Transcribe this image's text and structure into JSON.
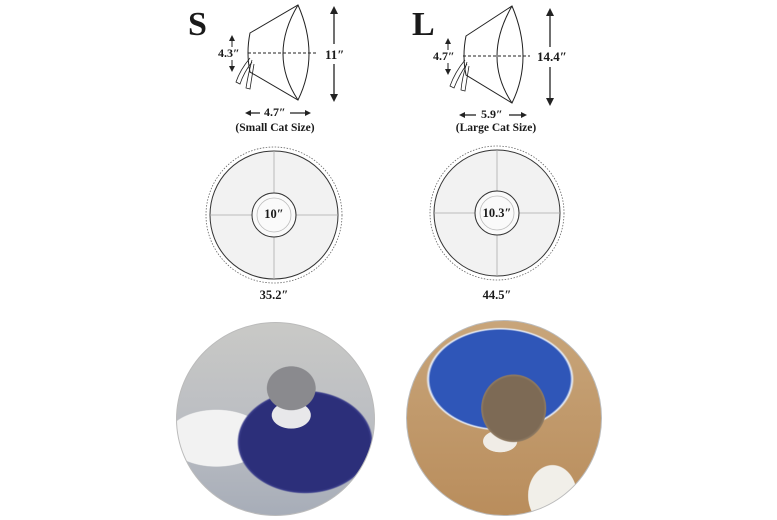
{
  "small": {
    "letter": "S",
    "neck_height": "4.3″",
    "cone_height": "11″",
    "depth": "4.7″",
    "caption": "(Small Cat Size)",
    "inner_diameter": "10″",
    "outer_circumference": "35.2″",
    "photo": "gray-white-kitten-in-navy-cone"
  },
  "large": {
    "letter": "L",
    "neck_height": "4.7″",
    "cone_height": "14.4″",
    "depth": "5.9″",
    "caption": "(Large Cat Size)",
    "inner_diameter": "10.3″",
    "outer_circumference": "44.5″",
    "photo": "tabby-cat-in-blue-cone"
  },
  "colors": {
    "navy_cone": "#2c2f7a",
    "blue_cone": "#2f56b8",
    "line": "#222222",
    "plate_fill": "#f2f2f2"
  }
}
